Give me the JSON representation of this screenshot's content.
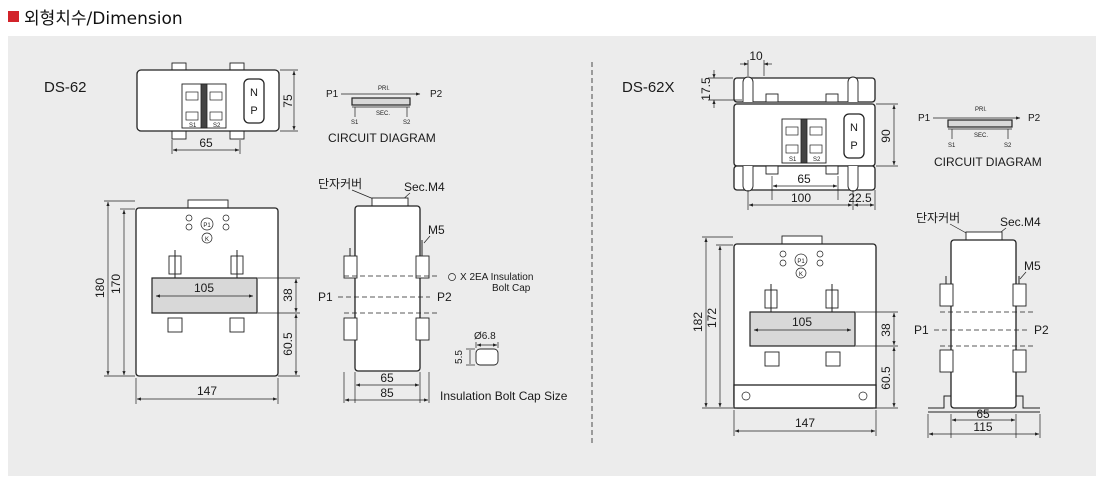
{
  "heading": "외형치수/Dimension",
  "models": {
    "left": "DS-62",
    "right": "DS-62X"
  },
  "circuit": {
    "title": "CIRCUIT DIAGRAM",
    "p1": "P1",
    "p2": "P2",
    "pri": "PRI.",
    "sec": "SEC.",
    "s1": "S1",
    "s2": "S2"
  },
  "labels": {
    "terminal_cover": "단자커버",
    "sec_m4": "Sec.M4",
    "m5": "M5",
    "insulation_note_line1": "X 2EA Insulation",
    "insulation_note_line2": "Bolt Cap",
    "bolt_cap_dia": "Ø6.8",
    "bolt_cap_h": "5.5",
    "bolt_cap_title": "Insulation Bolt Cap Size",
    "plate_n": "N",
    "plate_p": "P",
    "p1_mark": "P1",
    "k_mark": "K"
  },
  "dims_left": {
    "top_w": "65",
    "top_h": "75",
    "front_outer_h": "180",
    "front_inner_h": "170",
    "window_w": "105",
    "window_h": "38",
    "lower_h": "60.5",
    "front_w": "147",
    "side_inner": "65",
    "side_outer": "85"
  },
  "dims_right": {
    "slot_w": "10",
    "slot_h": "17.5",
    "top_h": "90",
    "top_inner": "65",
    "top_w": "100",
    "top_off": "22.5",
    "front_outer_h": "182",
    "front_inner_h": "172",
    "window_w": "105",
    "window_h": "38",
    "lower_h": "60.5",
    "front_w": "147",
    "side_inner": "65",
    "side_outer": "115"
  }
}
